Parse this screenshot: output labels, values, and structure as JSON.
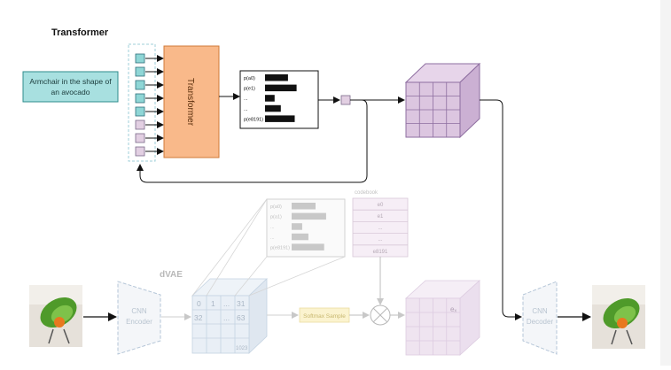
{
  "titles": {
    "transformer_section": "Transformer",
    "dvae_section": "dVAE"
  },
  "prompt": {
    "text_line1": "Armchair in the shape of",
    "text_line2": "an avocado"
  },
  "transformer_block": {
    "label": "Transformer"
  },
  "probability_panel": {
    "labels": [
      "p(a0)",
      "p(e1)",
      "...",
      "...",
      "p(e8191)"
    ],
    "bar_fractions": [
      0.48,
      0.66,
      0.2,
      0.33,
      0.62
    ]
  },
  "dvae_probability_panel": {
    "labels": [
      "p(a0)",
      "p(a1)",
      "...",
      "...",
      "p(e8191)"
    ],
    "bar_fractions": [
      0.5,
      0.72,
      0.22,
      0.35,
      0.68
    ]
  },
  "codebook": {
    "title": "codebook",
    "entries": [
      "e0",
      "e1",
      "...",
      "...",
      "e8191"
    ]
  },
  "token_grid": {
    "top_row": [
      "0",
      "1",
      "...",
      "31"
    ],
    "second_row": [
      "32",
      "",
      "...",
      "63"
    ],
    "last_cell": "1023"
  },
  "encoder": {
    "line1": "CNN",
    "line2": "Encoder"
  },
  "decoder": {
    "line1": "CNN",
    "line2": "Decoder"
  },
  "softmax": {
    "label": "Softmax Sample"
  },
  "embedding_cube": {
    "label": "eₓ"
  },
  "colors": {
    "prompt_fill": "#a8e0e0",
    "prompt_border": "#2e8b8b",
    "transformer_fill": "#f9b98a",
    "transformer_border": "#d07a38",
    "text_token_fill": "#8fd6d6",
    "image_token_fill": "#e2cfe2",
    "token_border": "#7a6a8a",
    "cube_fill": "#dcc6e0",
    "cube_border": "#8e6ea0",
    "faded_gray": "#c9c9c9",
    "faded_purple": "#efe4f0",
    "faded_blue": "#e4ecf4",
    "softmax_fill": "#fbf3cf"
  }
}
